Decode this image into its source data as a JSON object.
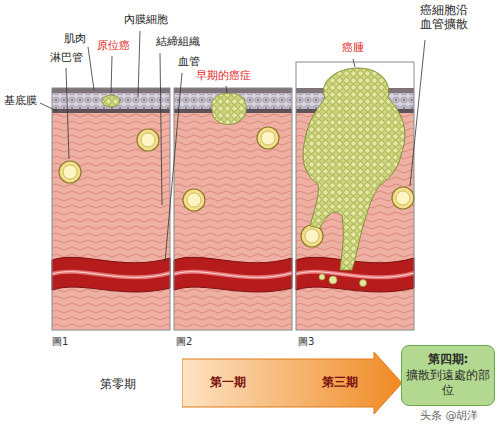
{
  "diagram": {
    "nodes": [
      {
        "text": [
          "第一期",
          "第三期"
        ]
      },
      {
        "text": [
          "第四期:",
          "擴散到遠處的部位"
        ]
      }
    ],
    "labels": [
      "肌肉",
      "淋巴管",
      "原位癌",
      "內膜細胞",
      "結締組織",
      "血管",
      "基底膜",
      "早期的癌症",
      "癌腫",
      "癌細胞沿血管擴散",
      "圖1",
      "圖2",
      "圖3",
      "第零期",
      "头条 @胡洋"
    ]
  }
}
